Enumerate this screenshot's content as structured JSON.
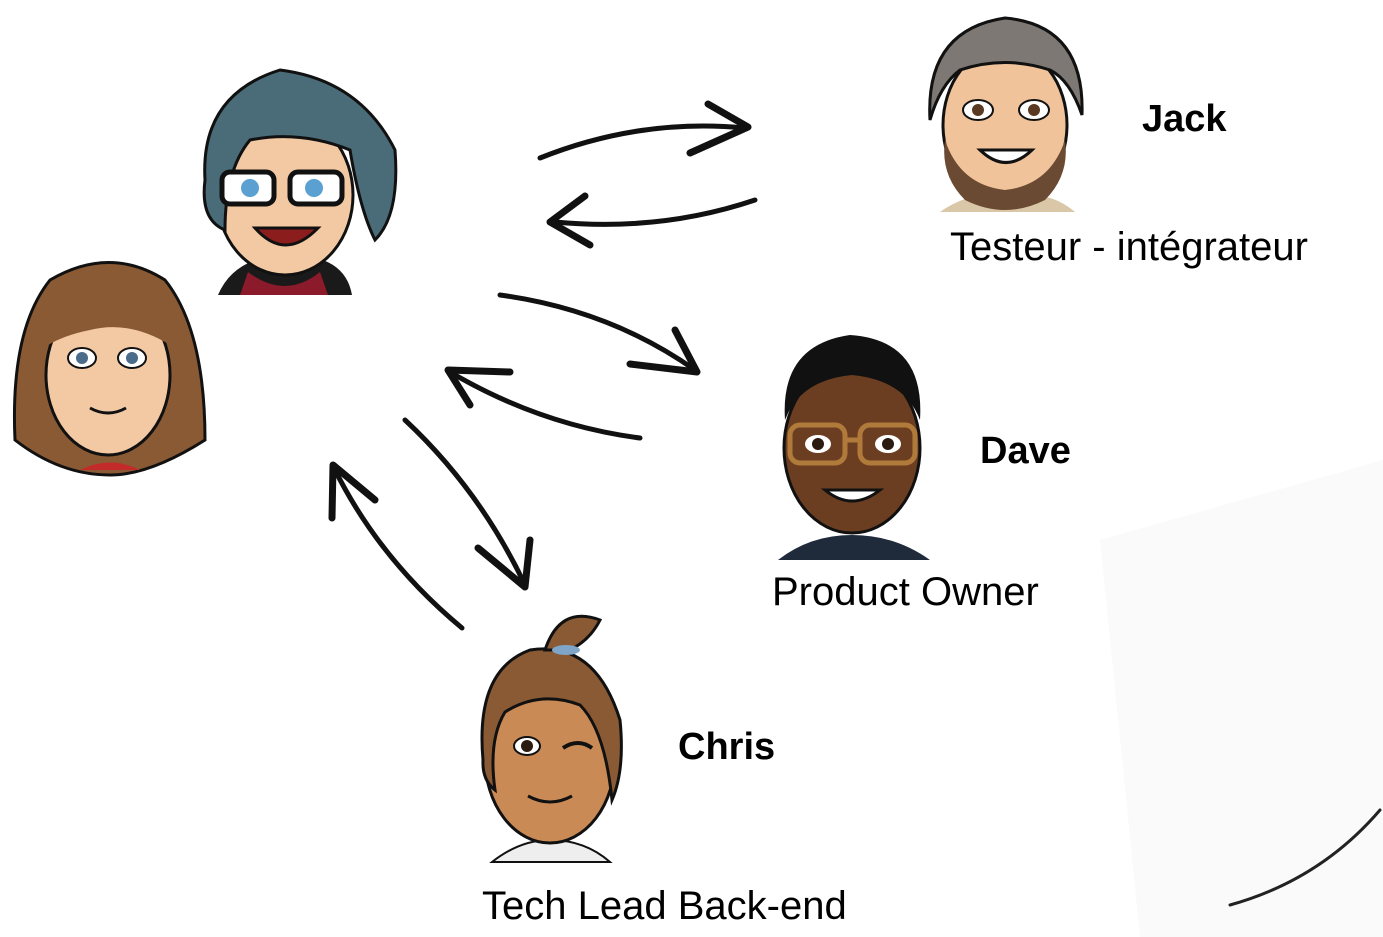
{
  "people": {
    "jack": {
      "name": "Jack",
      "role": "Testeur - intégrateur"
    },
    "dave": {
      "name": "Dave",
      "role": "Product Owner"
    },
    "chris": {
      "name": "Chris",
      "role": "Tech Lead Back-end"
    }
  },
  "avatars": {
    "woman_blue_hair": {
      "icon": "avatar-woman-blue-hair-glasses-icon"
    },
    "woman_brown_hair": {
      "icon": "avatar-woman-brown-hair-icon"
    },
    "jack": {
      "icon": "avatar-man-grey-hair-beard-icon"
    },
    "dave": {
      "icon": "avatar-man-glasses-icon"
    },
    "chris": {
      "icon": "avatar-woman-ponytail-wink-icon"
    }
  },
  "colors": {
    "stroke": "#111111",
    "skin_light": "#f3c9a4",
    "skin_tan": "#c98a55",
    "skin_dark": "#6b3e22",
    "hair_blue": "#4a6c78",
    "hair_brown": "#8a5a34",
    "hair_grey": "#7d7873",
    "scarf": "#8b1a2a"
  }
}
